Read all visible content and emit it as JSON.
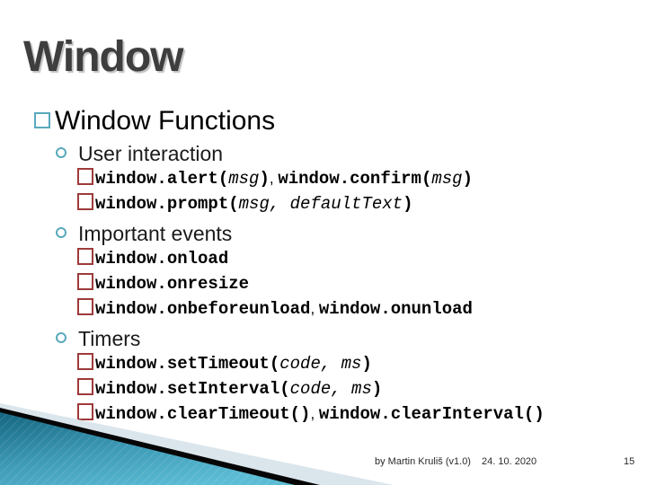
{
  "title": "Window",
  "heading": "Window Functions",
  "sections": [
    {
      "label": "User interaction",
      "lines": [
        [
          [
            "b",
            "window.alert("
          ],
          [
            "i",
            "msg"
          ],
          [
            "b",
            ")"
          ],
          [
            "s",
            ", "
          ],
          [
            "b",
            "window.confirm("
          ],
          [
            "i",
            "msg"
          ],
          [
            "b",
            ")"
          ]
        ],
        [
          [
            "b",
            "window.prompt("
          ],
          [
            "i",
            "msg, defaultText"
          ],
          [
            "b",
            ")"
          ]
        ]
      ]
    },
    {
      "label": "Important events",
      "lines": [
        [
          [
            "b",
            "window.onload"
          ]
        ],
        [
          [
            "b",
            "window.onresize"
          ]
        ],
        [
          [
            "b",
            "window.onbeforeunload"
          ],
          [
            "s",
            ", "
          ],
          [
            "b",
            "window.onunload"
          ]
        ]
      ]
    },
    {
      "label": "Timers",
      "lines": [
        [
          [
            "b",
            "window.setTimeout("
          ],
          [
            "i",
            "code, ms"
          ],
          [
            "b",
            ")"
          ]
        ],
        [
          [
            "b",
            "window.setInterval("
          ],
          [
            "i",
            "code, ms"
          ],
          [
            "b",
            ")"
          ]
        ],
        [
          [
            "b",
            "window.clearTimeout()"
          ],
          [
            "s",
            ", "
          ],
          [
            "b",
            "window.clearInterval()"
          ]
        ]
      ]
    }
  ],
  "footer": {
    "author": "by Martin Kruliš (v1.0)",
    "date": "24. 10. 2020",
    "page": "15"
  },
  "colors": {
    "title_text": "#3e3e3e",
    "bullet_teal": "#58a9bc",
    "bullet_maroon": "#9e3a3a",
    "deco_teal_dark": "#14657f",
    "deco_teal_light": "#5cbcd4",
    "deco_black": "#060606",
    "deco_pale": "#dbe6ec"
  }
}
